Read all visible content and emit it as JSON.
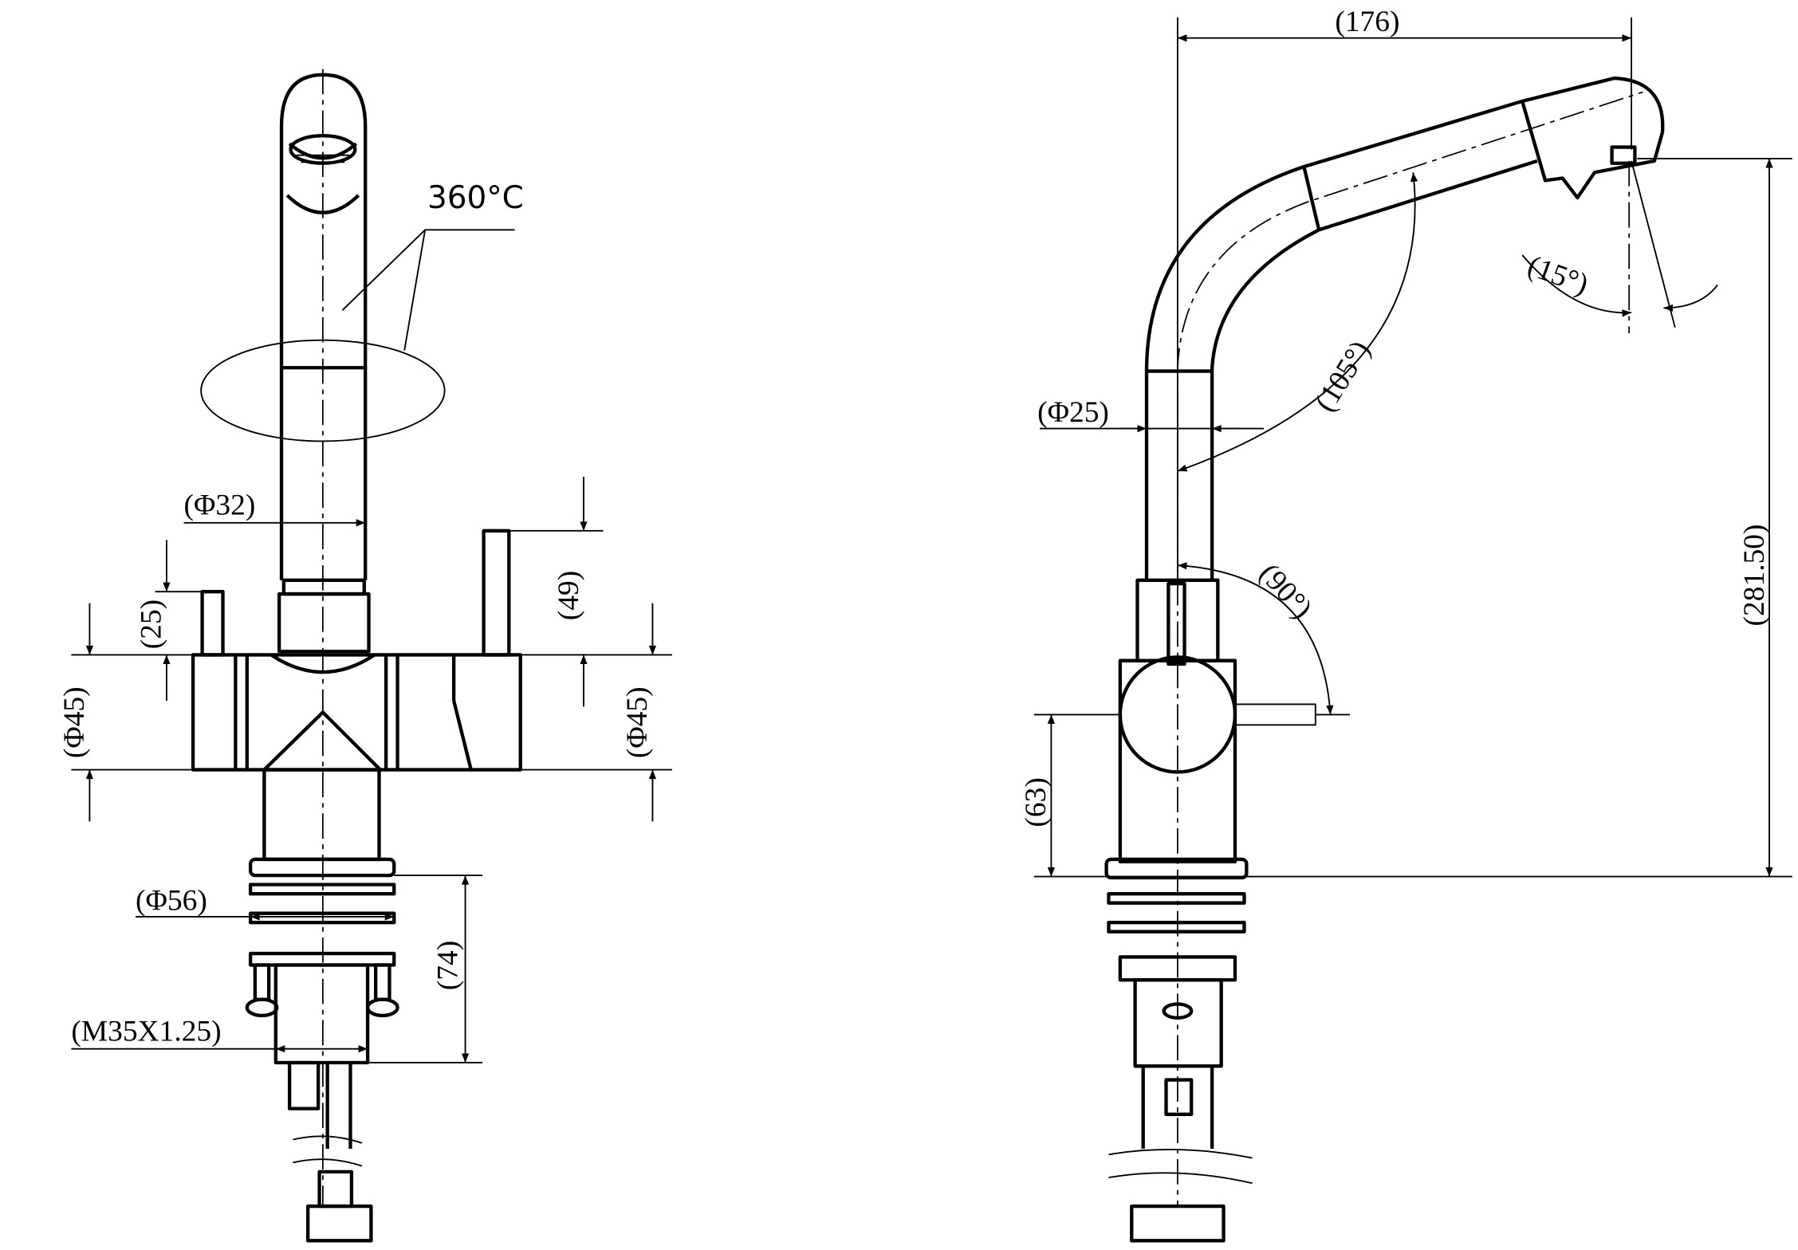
{
  "title": "Faucet technical drawing",
  "front_view": {
    "rotation_label": "360°C",
    "spout_diameter": "(Φ32)",
    "left_lever_height": "(25)",
    "left_body_diameter": "(Φ45)",
    "right_lever_height": "(49)",
    "right_body_diameter": "(Φ45)",
    "base_diameter": "(Φ56)",
    "shank_length": "(74)",
    "thread": "(M35X1.25)"
  },
  "side_view": {
    "reach": "(176)",
    "aerator_angle": "(15°)",
    "spout_angle": "(105°)",
    "tube_diameter": "(Φ25)",
    "lever_angle": "(90°)",
    "body_height": "(63)",
    "total_height": "(281.50)"
  },
  "colors": {
    "line": "#000000",
    "background": "#ffffff"
  }
}
